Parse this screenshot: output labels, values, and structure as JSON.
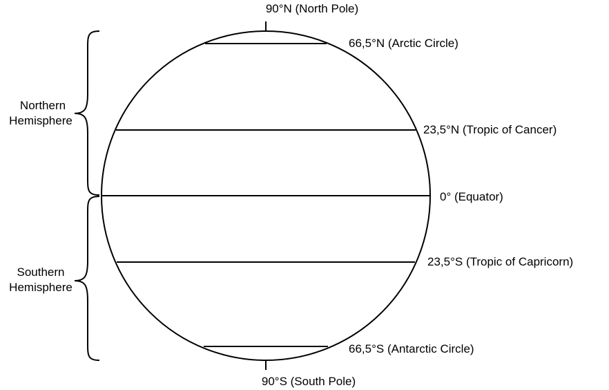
{
  "poles": {
    "north": "90°N (North Pole)",
    "south": "90°S (South Pole)"
  },
  "latitudes": {
    "arctic": "66,5°N (Arctic Circle)",
    "cancer": "23,5°N (Tropic of Cancer)",
    "equator": "0° (Equator)",
    "capricorn": "23,5°S (Tropic of Capricorn)",
    "antarctic": "66,5°S (Antarctic Circle)"
  },
  "hemispheres": {
    "northern": [
      "Northern",
      "Hemisphere"
    ],
    "southern": [
      "Southern",
      "Hemisphere"
    ]
  }
}
